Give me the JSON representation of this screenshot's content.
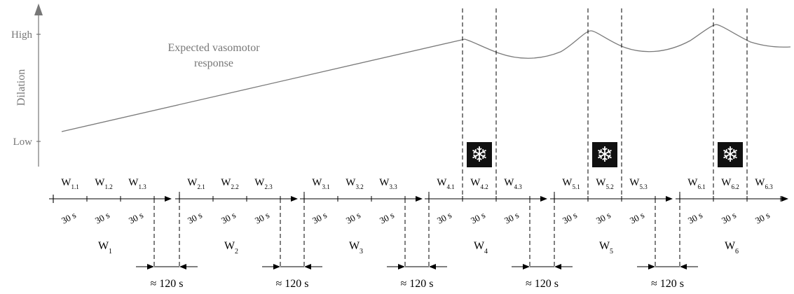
{
  "y_axis": {
    "label": "Dilation",
    "high_label": "High",
    "low_label": "Low"
  },
  "curve_label_line1": "Expected vasomotor",
  "curve_label_line2": "response",
  "seg_duration_label": "30 s",
  "gap_label": "≈ 120 s",
  "windows": [
    {
      "name": "W",
      "sub": "1",
      "subs": [
        {
          "name": "W",
          "sub": "1.1"
        },
        {
          "name": "W",
          "sub": "1.2"
        },
        {
          "name": "W",
          "sub": "1.3"
        }
      ],
      "cold_stimulus": false
    },
    {
      "name": "W",
      "sub": "2",
      "subs": [
        {
          "name": "W",
          "sub": "2.1"
        },
        {
          "name": "W",
          "sub": "2.2"
        },
        {
          "name": "W",
          "sub": "2.3"
        }
      ],
      "cold_stimulus": false
    },
    {
      "name": "W",
      "sub": "3",
      "subs": [
        {
          "name": "W",
          "sub": "3.1"
        },
        {
          "name": "W",
          "sub": "3.2"
        },
        {
          "name": "W",
          "sub": "3.3"
        }
      ],
      "cold_stimulus": false
    },
    {
      "name": "W",
      "sub": "4",
      "subs": [
        {
          "name": "W",
          "sub": "4.1"
        },
        {
          "name": "W",
          "sub": "4.2"
        },
        {
          "name": "W",
          "sub": "4.3"
        }
      ],
      "cold_stimulus": true
    },
    {
      "name": "W",
      "sub": "5",
      "subs": [
        {
          "name": "W",
          "sub": "5.1"
        },
        {
          "name": "W",
          "sub": "5.2"
        },
        {
          "name": "W",
          "sub": "5.3"
        }
      ],
      "cold_stimulus": true
    },
    {
      "name": "W",
      "sub": "6",
      "subs": [
        {
          "name": "W",
          "sub": "6.1"
        },
        {
          "name": "W",
          "sub": "6.2"
        },
        {
          "name": "W",
          "sub": "6.3"
        }
      ],
      "cold_stimulus": true
    }
  ],
  "icons": {
    "stimulus": "snowflake-icon"
  },
  "colors": {
    "curve": "#7a7a7a",
    "line": "#000000",
    "icon_bg": "#111111",
    "label_gray": "#777777"
  }
}
